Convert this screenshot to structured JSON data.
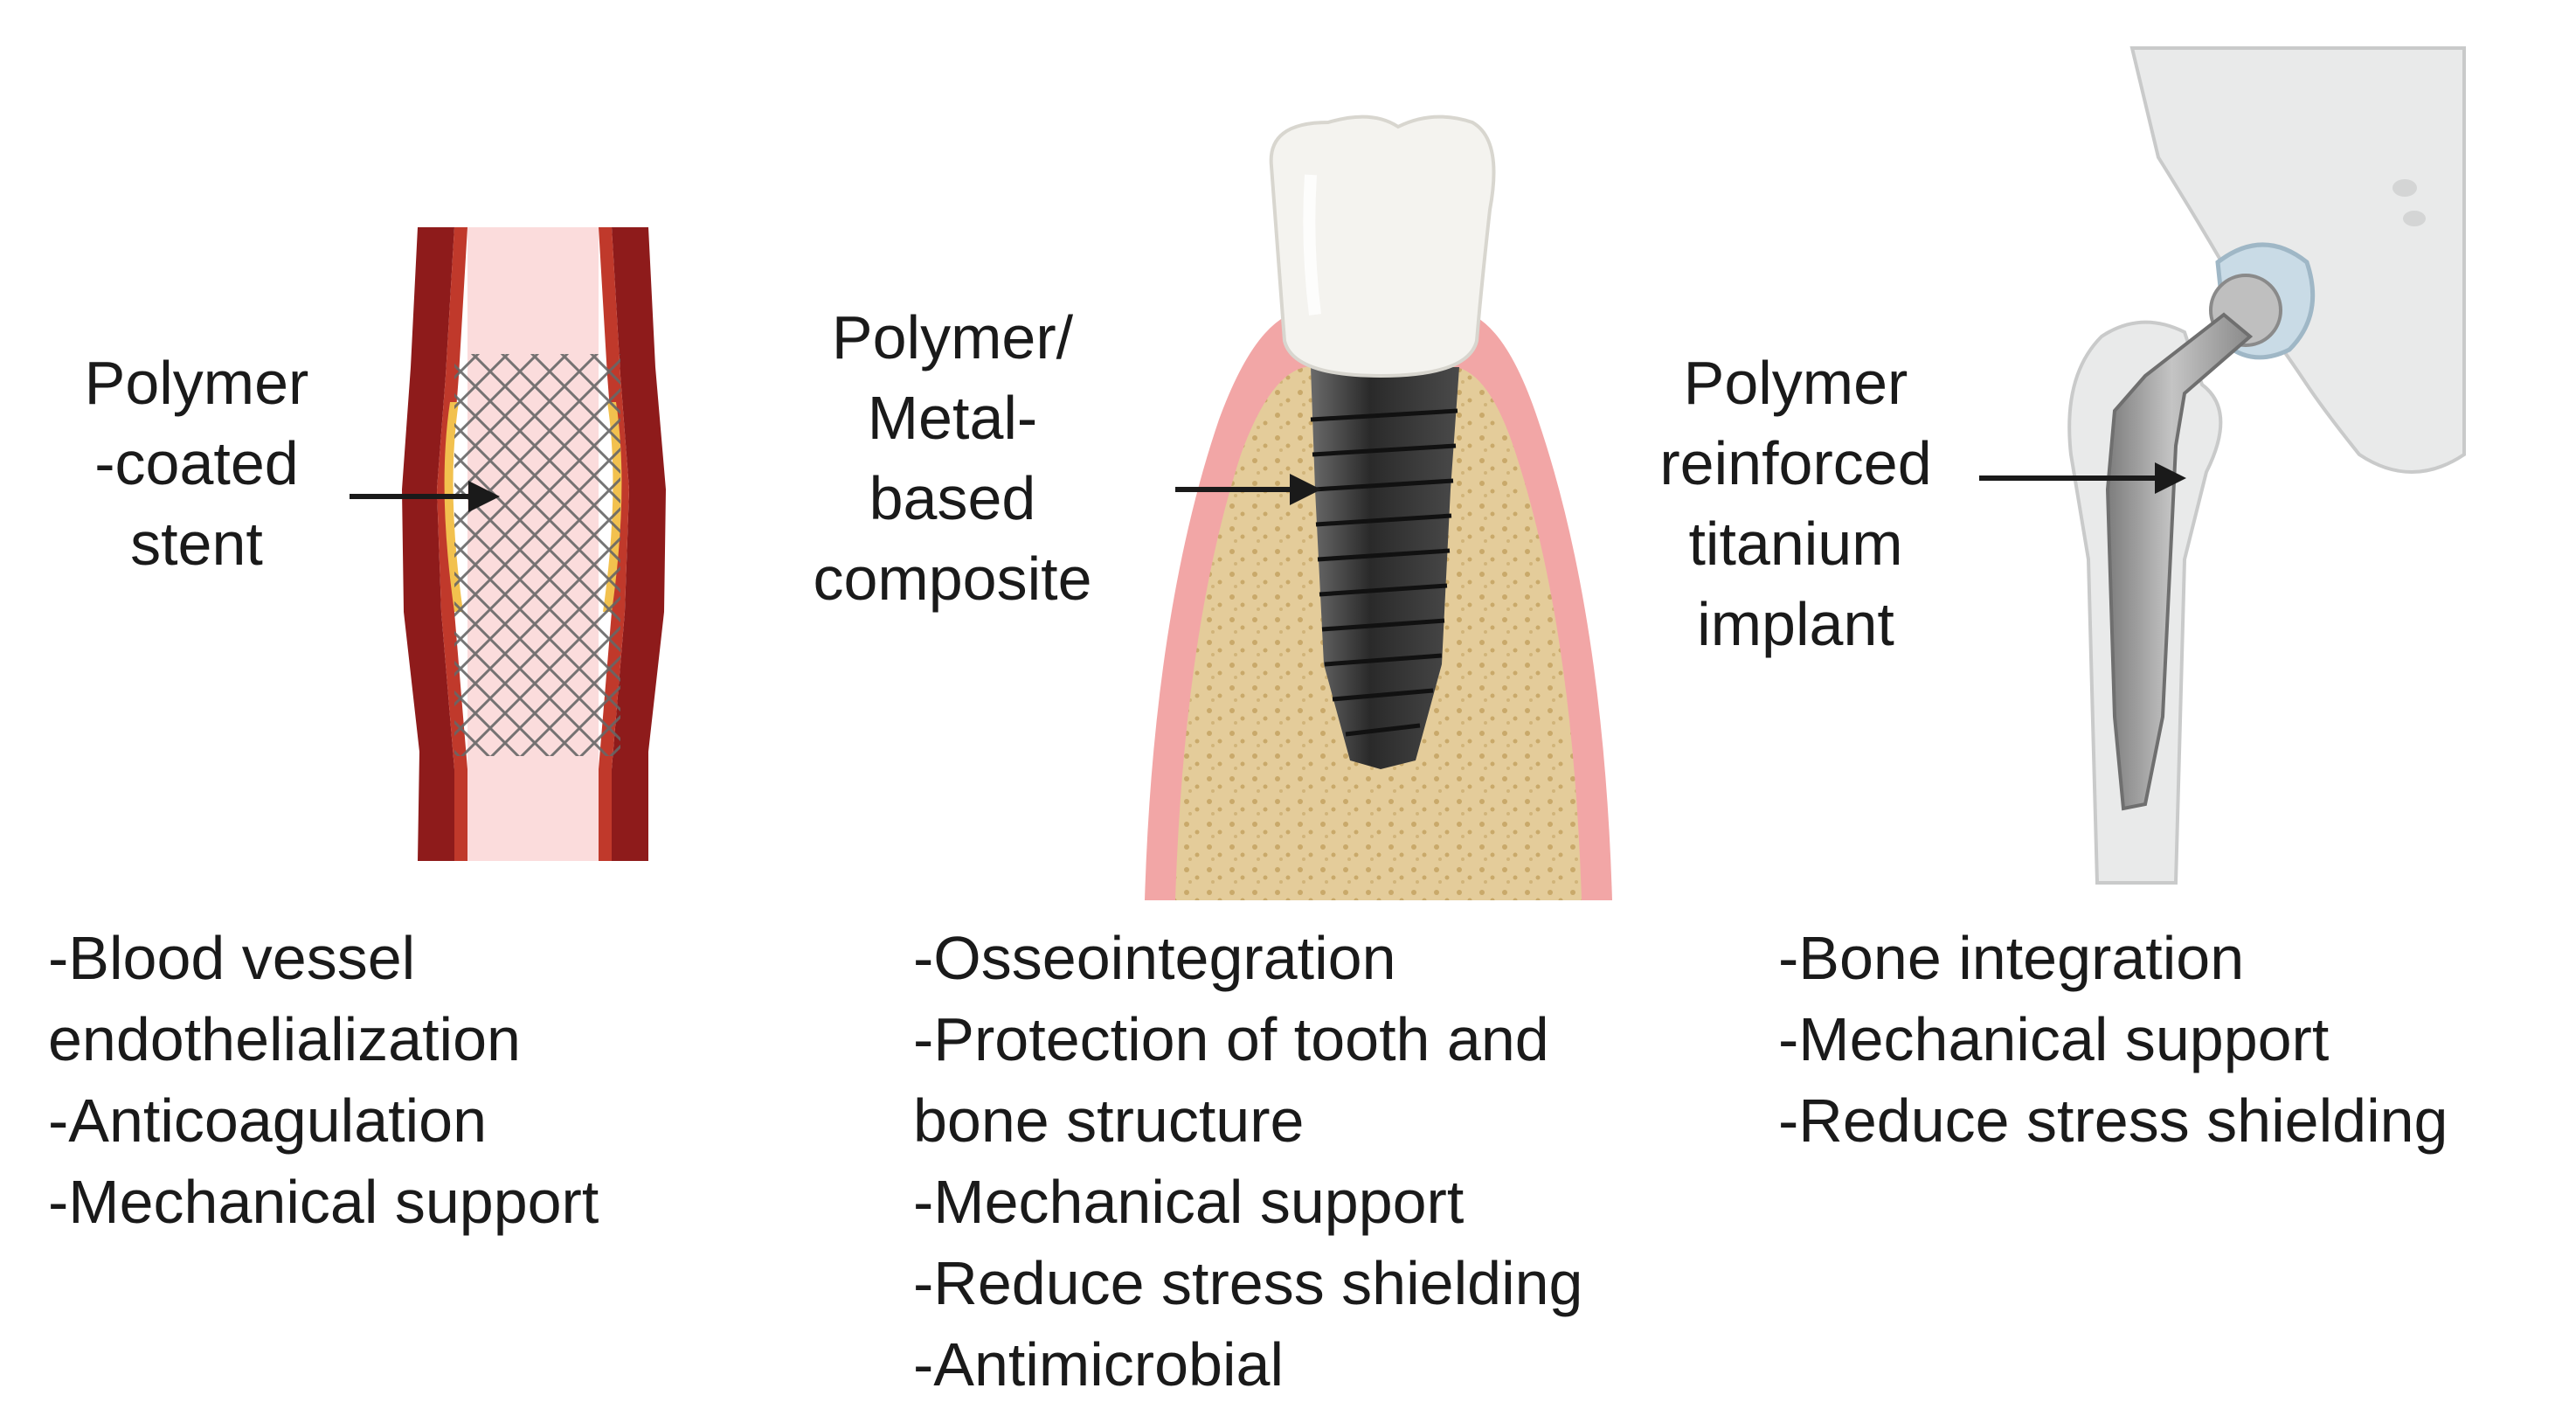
{
  "panels": [
    {
      "id": "stent",
      "label_lines": [
        "Polymer",
        "-coated",
        "stent"
      ],
      "benefits": [
        "-Blood vessel",
        "endothelialization",
        "-Anticoagulation",
        "-Mechanical support"
      ]
    },
    {
      "id": "dental",
      "label_lines": [
        "Polymer/",
        "Metal-",
        "based",
        "composite"
      ],
      "benefits": [
        "-Osseointegration",
        "-Protection of tooth and",
        "bone structure",
        "-Mechanical support",
        "-Reduce stress shielding",
        "-Antimicrobial"
      ]
    },
    {
      "id": "hip",
      "label_lines": [
        "Polymer",
        "reinforced",
        "titanium",
        "implant"
      ],
      "benefits": [
        "-Bone integration",
        "-Mechanical support",
        "-Reduce stress shielding"
      ]
    }
  ],
  "colors": {
    "vessel_wall": "#8e1b1b",
    "vessel_wall_light": "#c0392b",
    "vessel_lumen": "#fbdcdc",
    "plaque": "#f2c14e",
    "stent_mesh": "#666666",
    "tooth_crown": "#f4f3ef",
    "gum": "#f2a6a6",
    "bone": "#e4cc9a",
    "implant_dark": "#3c3c3c",
    "hip_bone": "#e9eaea",
    "hip_metal": "#a6a6a6",
    "liner_blue": "#c9dbe6",
    "arrow": "#1a1a1a"
  }
}
